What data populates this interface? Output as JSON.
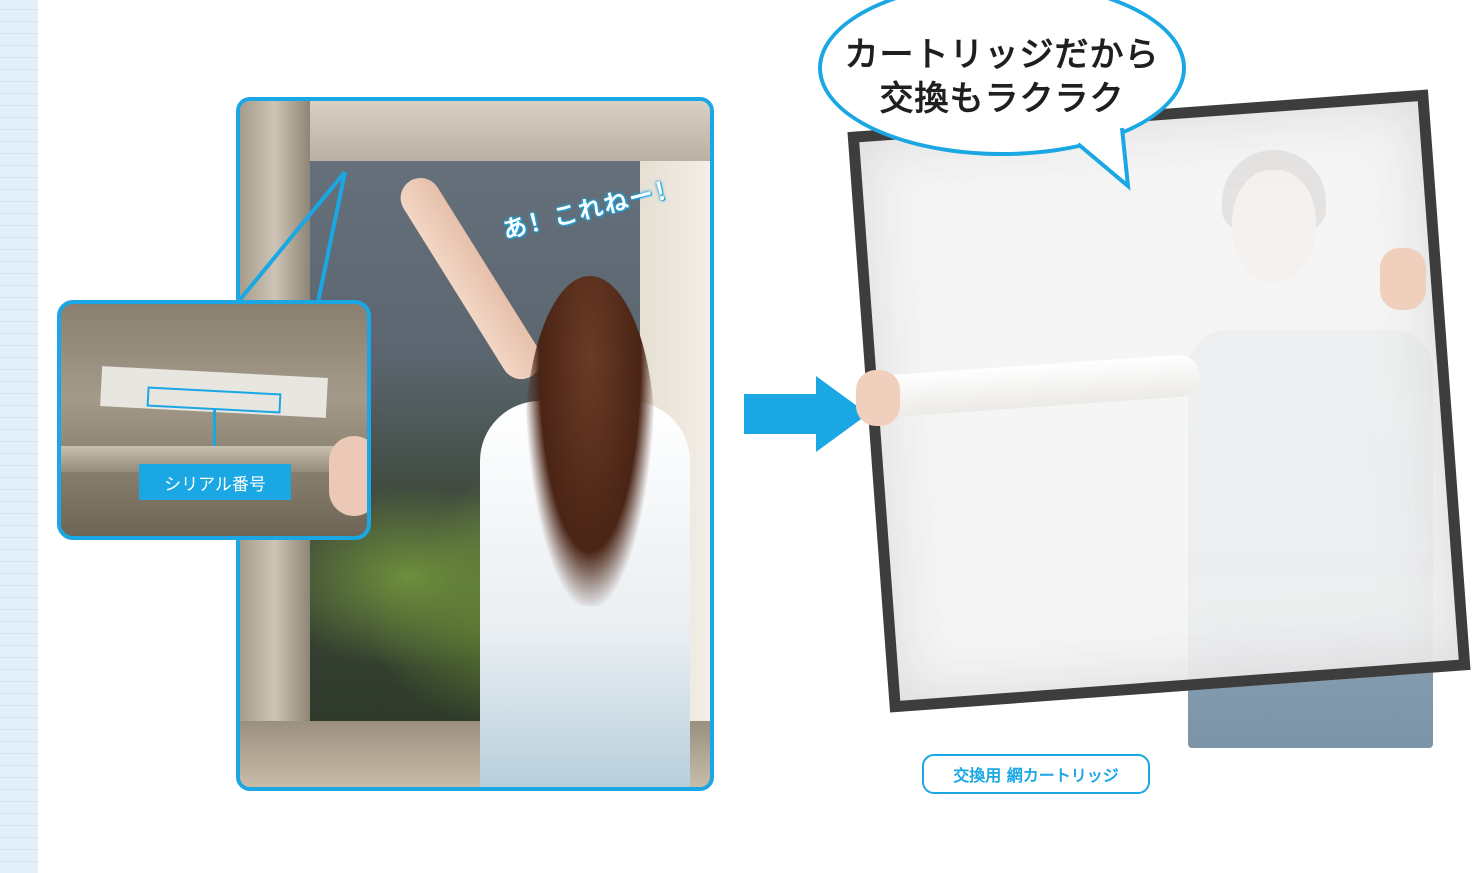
{
  "left_photo": {
    "exclamation": "あ！これねー！",
    "serial_label": "シリアル番号"
  },
  "right_photo": {
    "speech_line1": "カートリッジだから",
    "speech_line2": "交換もラクラク",
    "caption": "交換用 網カートリッジ"
  },
  "colors": {
    "accent": "#1aa7e3",
    "frame": "#3d3d3d",
    "apron": "#8aa3b6"
  },
  "icons": {
    "arrow": "arrow-right-icon"
  }
}
